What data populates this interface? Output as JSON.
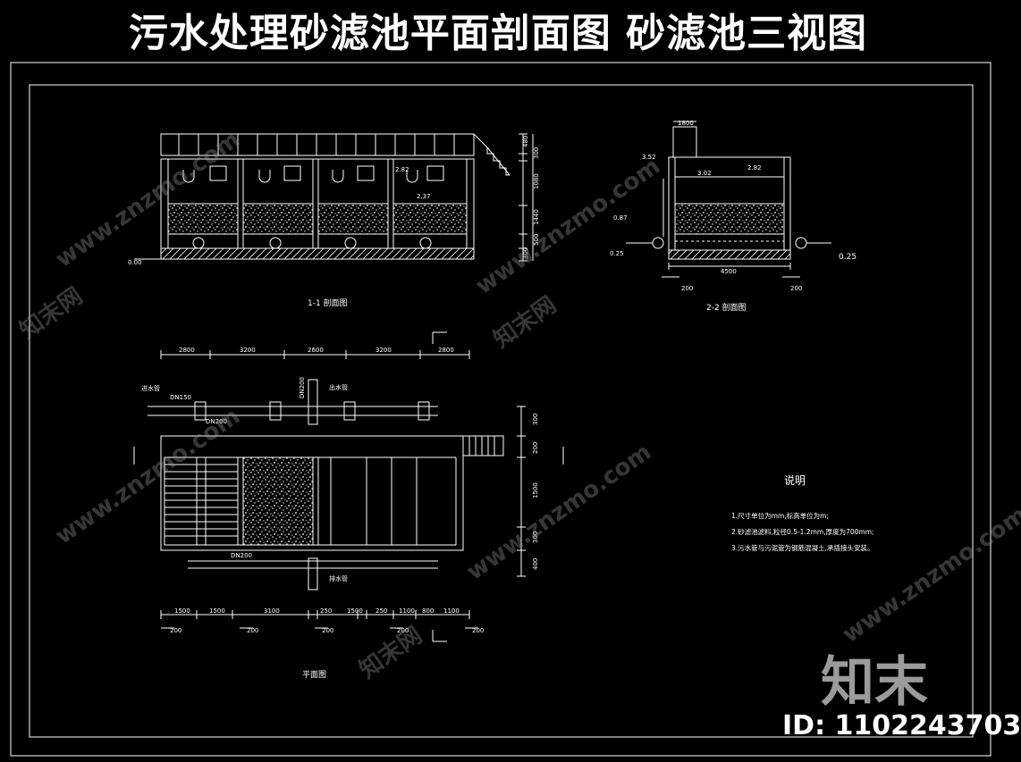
{
  "title": "污水处理砂滤池平面剖面图  砂滤池三视图",
  "section1": {
    "label": "1-1 剖面图",
    "right_dims": [
      "480",
      "300",
      "1080",
      "1440",
      "500",
      "300"
    ],
    "levels": [
      "2.82",
      "2.37",
      "0.00"
    ]
  },
  "section2": {
    "label": "2-2 剖面图",
    "top_dim": "1800",
    "levels": [
      "3.52",
      "3.02",
      "2.82",
      "0.87",
      "0.25",
      "0.25"
    ],
    "width_dim": "4500",
    "side_dims": [
      "200",
      "200"
    ]
  },
  "plan": {
    "label": "平面图",
    "top_dims": [
      "2800",
      "3200",
      "2600",
      "3200",
      "2800"
    ],
    "bottom_dims": [
      "1500",
      "1500",
      "3100",
      "250",
      "1500",
      "250",
      "1100",
      "800",
      "1100"
    ],
    "bottom_sub": [
      "200",
      "200",
      "200",
      "200",
      "200"
    ],
    "right_dims": [
      "300",
      "200",
      "1500",
      "300",
      "400"
    ],
    "pipe_labels": [
      "DN150",
      "DN200",
      "DN200",
      "DN200"
    ],
    "notes_labels": [
      "进水管",
      "出水管",
      "排水管"
    ]
  },
  "notes": {
    "heading": "说明",
    "items": [
      "1.尺寸单位为mm,标高单位为m;",
      "2.砂滤池滤料,粒径0.5-1.2mm,厚度为700mm;",
      "3.污水管与污泥管为钢筋混凝土,承插接头安装。"
    ]
  },
  "watermark": {
    "brand": "知末",
    "id_text": "ID: 1102243703",
    "site": "www.znzmo.com",
    "site_cn": "知末网"
  }
}
